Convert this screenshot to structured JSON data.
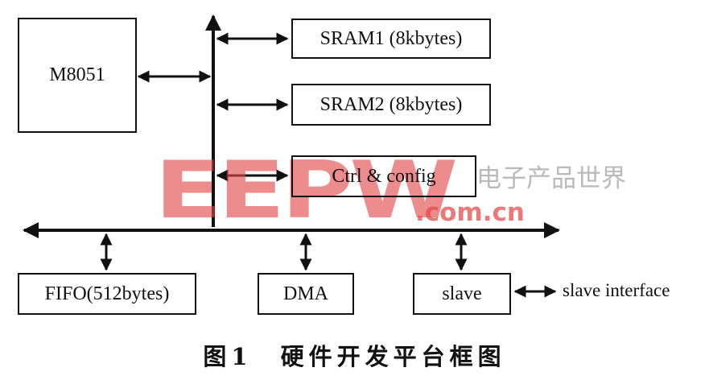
{
  "blocks": {
    "m8051": "M8051",
    "sram1": "SRAM1 (8kbytes)",
    "sram2": "SRAM2 (8kbytes)",
    "ctrl_config": "Ctrl & config",
    "fifo": "FIFO(512bytes)",
    "dma": "DMA",
    "slave": "slave"
  },
  "external_label": "slave interface",
  "caption": "图1　硬件开发平台框图",
  "watermark": {
    "logo": "EEPW",
    "chinese": "电子产品世界",
    "url": ".com.cn"
  },
  "colors": {
    "line": "#111111",
    "watermark_red": "#e04646",
    "watermark_gray": "#828282"
  }
}
